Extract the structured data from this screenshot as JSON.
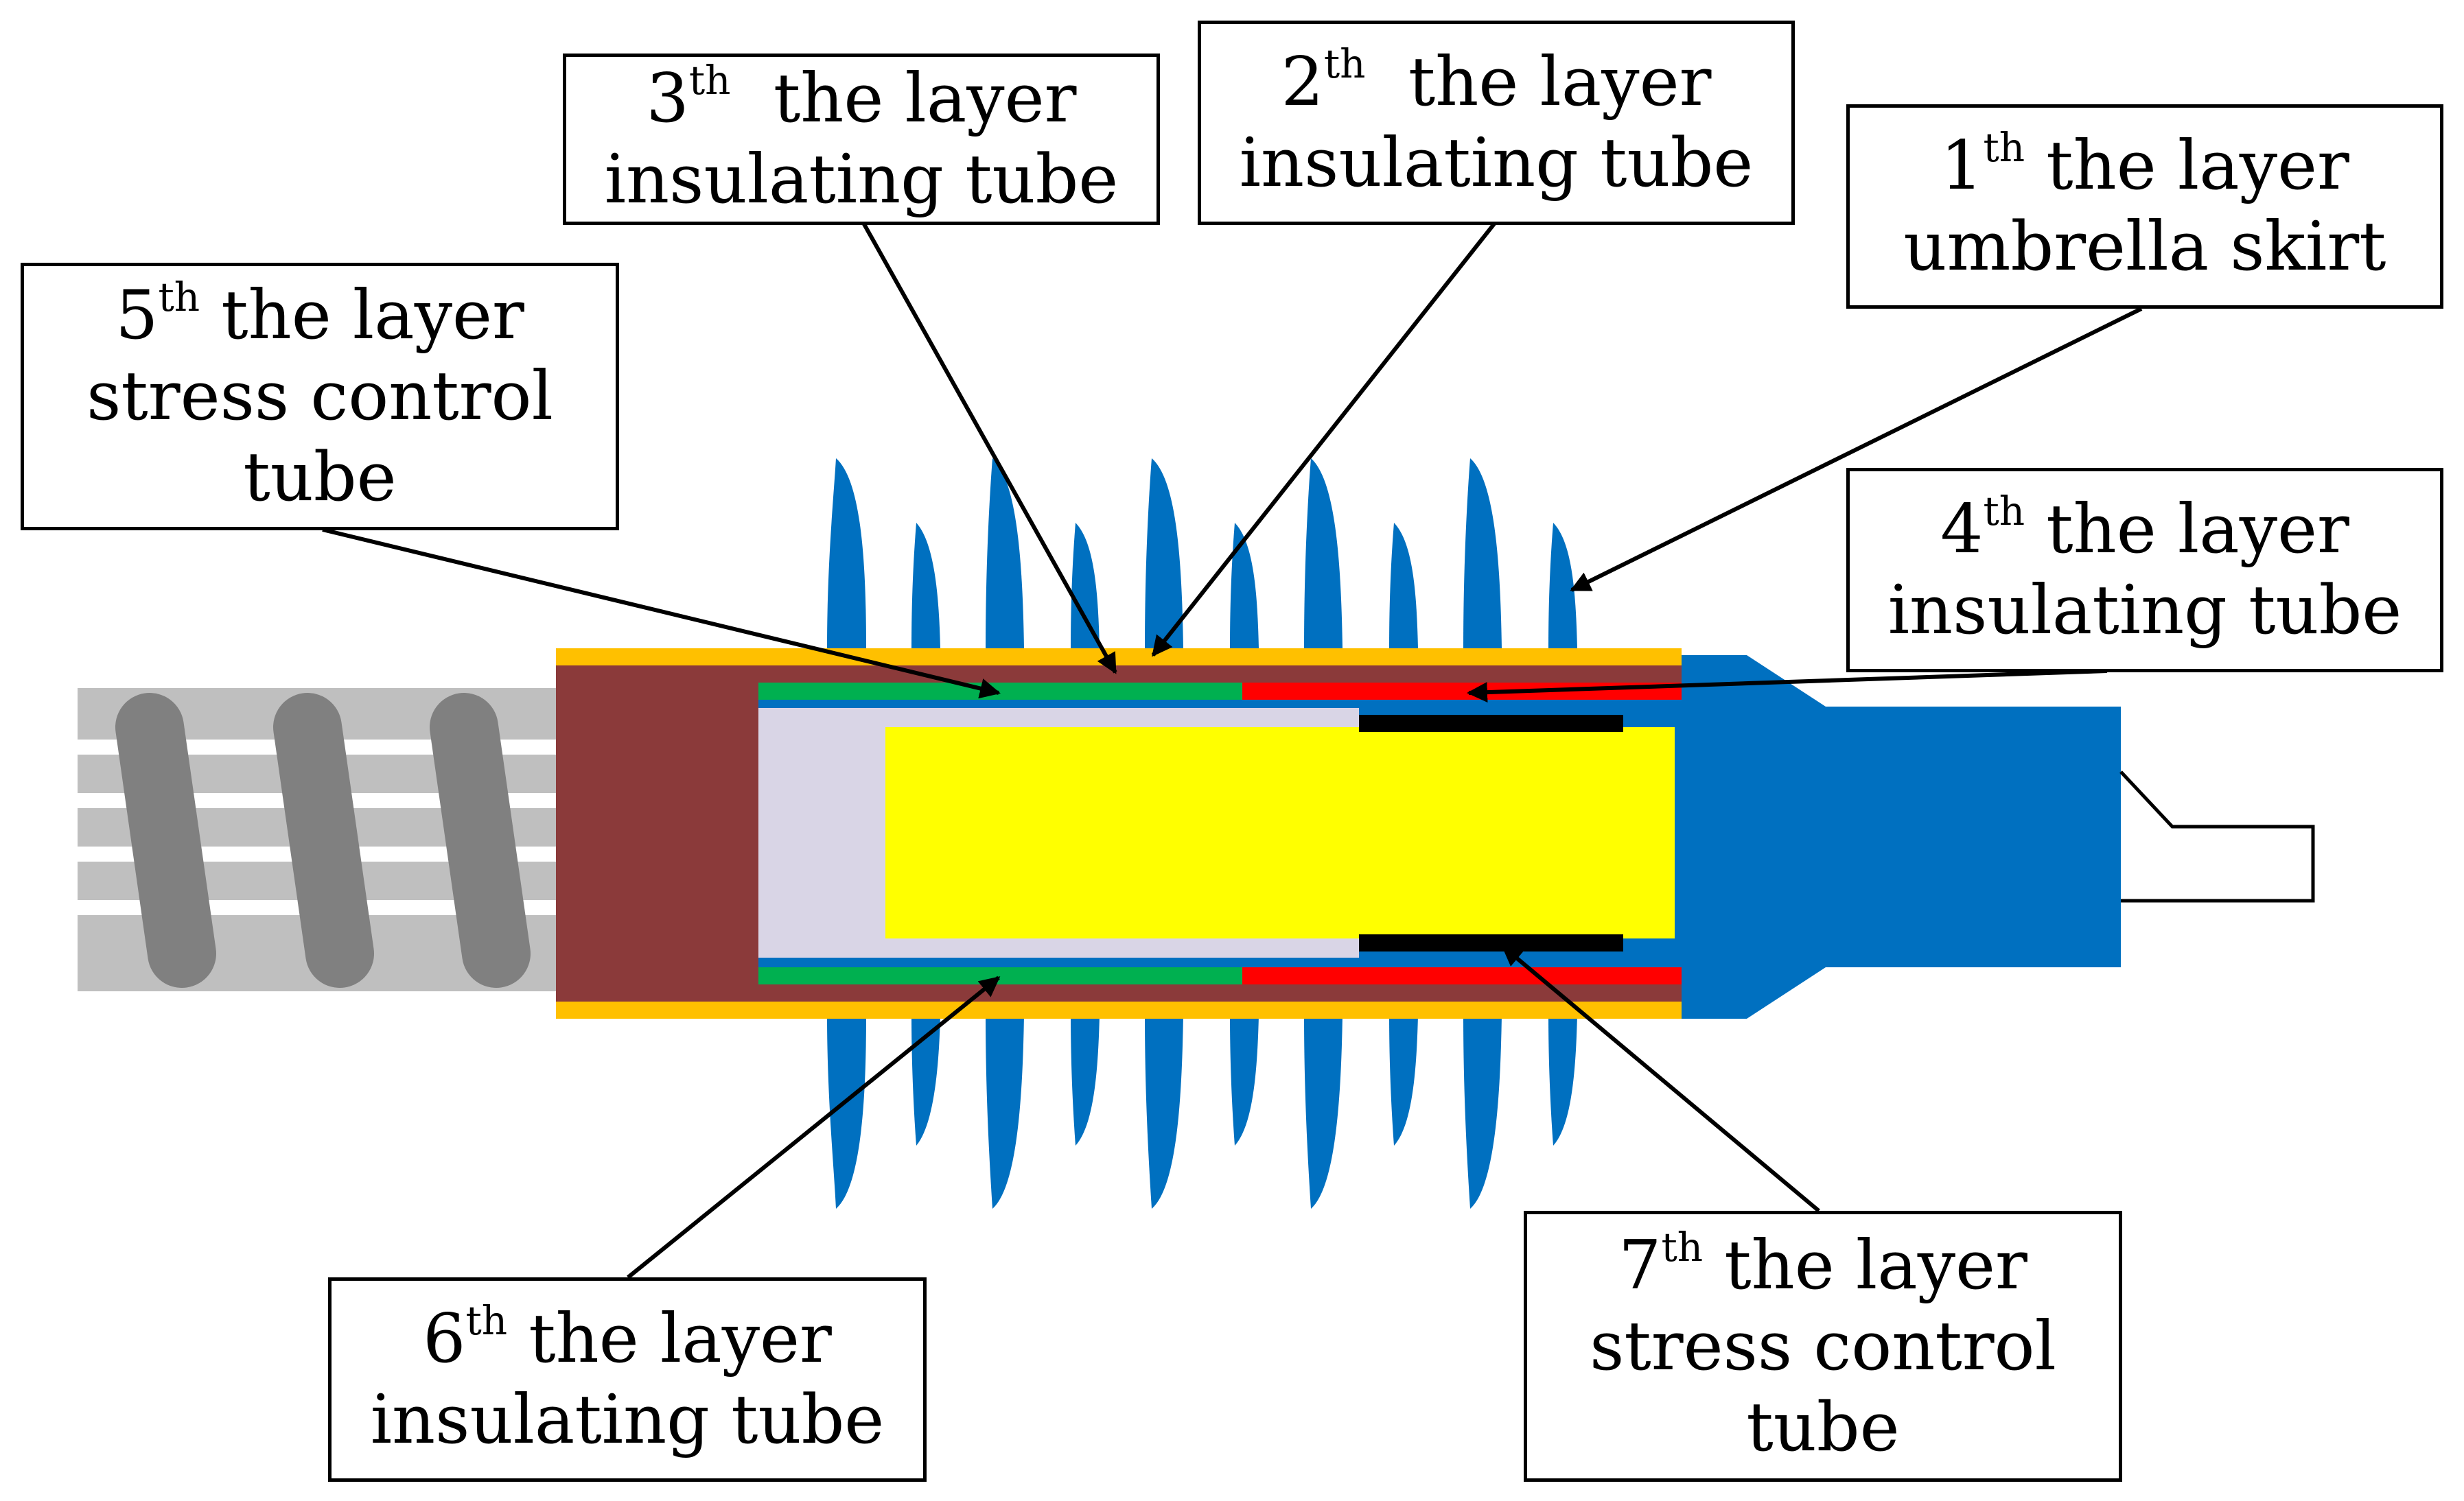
{
  "colors": {
    "skirt": "#0070C0",
    "outer_sheath": "#FFC000",
    "brown_layer": "#8B3A3A",
    "green_layer": "#00B050",
    "red_layer": "#FF0000",
    "blue_layer": "#0070C0",
    "core_fill": "#FFFF00",
    "inner_fill": "#D9D5E6",
    "pink_fill": "#E6B8B7",
    "cable_fill": "#BFBFBF",
    "spiral_fill": "#808080",
    "stress_cone": "#000000"
  },
  "labels": [
    {
      "id": "l3",
      "ordinal": "3",
      "suffix": "th",
      "line1_rest": "  the layer",
      "line2": "insulating tube",
      "line3": ""
    },
    {
      "id": "l2",
      "ordinal": "2",
      "suffix": "th",
      "line1_rest": "  the layer",
      "line2": "insulating tube",
      "line3": ""
    },
    {
      "id": "l1",
      "ordinal": "1",
      "suffix": "th",
      "line1_rest": " the layer",
      "line2": "umbrella skirt",
      "line3": ""
    },
    {
      "id": "l5",
      "ordinal": "5",
      "suffix": "th",
      "line1_rest": " the layer",
      "line2": "stress control",
      "line3": "tube"
    },
    {
      "id": "l4",
      "ordinal": "4",
      "suffix": "th",
      "line1_rest": " the layer",
      "line2": "insulating tube",
      "line3": ""
    },
    {
      "id": "l6",
      "ordinal": "6",
      "suffix": "th",
      "line1_rest": " the layer",
      "line2": "insulating tube",
      "line3": ""
    },
    {
      "id": "l7",
      "ordinal": "7",
      "suffix": "th",
      "line1_rest": " the layer",
      "line2": "stress control",
      "line3": "tube"
    }
  ]
}
